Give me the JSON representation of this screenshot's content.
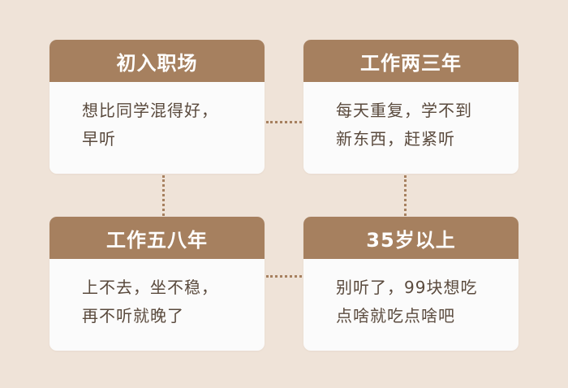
{
  "colors": {
    "background": "#efe3d8",
    "header": "#a6805f",
    "card": "#fbfbfb",
    "text": "#5a4a3d",
    "connector": "#a6805f"
  },
  "cards": [
    {
      "title": "初入职场",
      "lines": [
        "想比同学混得好，",
        "早听"
      ]
    },
    {
      "title": "工作两三年",
      "lines": [
        "每天重复，学不到",
        "新东西，赶紧听"
      ]
    },
    {
      "title": "工作五八年",
      "lines": [
        "上不去，坐不稳，",
        "再不听就晚了"
      ]
    },
    {
      "title": "35岁以上",
      "lines": [
        "别听了，99块想吃",
        "点啥就吃点啥吧"
      ]
    }
  ]
}
